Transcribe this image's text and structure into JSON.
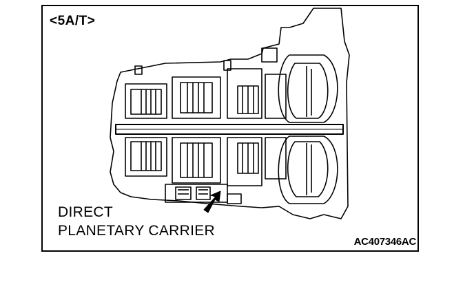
{
  "figure": {
    "variant_label": "<5A/T>",
    "callout_line1": "DIRECT",
    "callout_line2": "PLANETARY CARRIER",
    "figure_code": "AC407346AC",
    "icons": [
      "transmission-cross-section-drawing",
      "callout-arrow-icon"
    ]
  }
}
